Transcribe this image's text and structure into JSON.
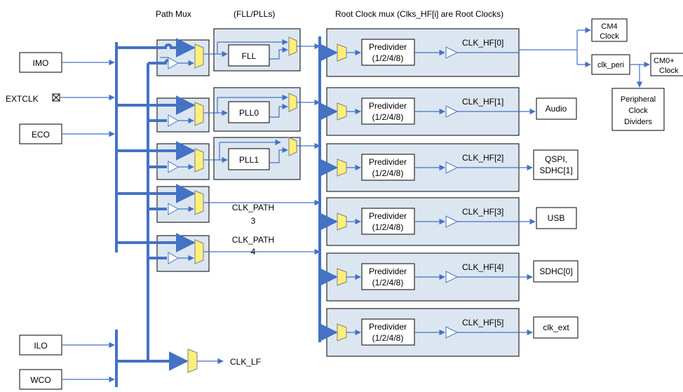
{
  "headers": {
    "path_mux": "Path Mux",
    "fll_plls": "(FLL/PLLs)",
    "root_mux": "Root Clock mux (Clks_HF[i] are Root  Clocks)"
  },
  "sources": {
    "imo": "IMO",
    "extclk": "EXTCLK",
    "eco": "ECO",
    "ilo": "ILO",
    "wco": "WCO"
  },
  "generators": {
    "fll": "FLL",
    "pll0": "PLL0",
    "pll1": "PLL1"
  },
  "paths": {
    "path3_a": "CLK_PATH",
    "path3_b": "3",
    "path4_a": "CLK_PATH",
    "path4_b": "4"
  },
  "predivider": {
    "line1": "Predivider",
    "line2": "(1/2/4/8)"
  },
  "root_clocks": [
    "CLK_HF[0]",
    "CLK_HF[1]",
    "CLK_HF[2]",
    "CLK_HF[3]",
    "CLK_HF[4]",
    "CLK_HF[5]"
  ],
  "outputs": {
    "cm4_a": "CM4",
    "cm4_b": "Clock",
    "clk_peri": "clk_peri",
    "cm0_a": "CM0+",
    "cm0_b": "Clock",
    "ppd_a": "Peripheral",
    "ppd_b": "Clock",
    "ppd_c": "Dividers",
    "audio": "Audio",
    "qspi_a": "QSPI,",
    "qspi_b": "SDHC[1]",
    "usb": "USB",
    "sdhc0": "SDHC[0]",
    "clk_ext": "clk_ext"
  },
  "clk_lf": "CLK_LF",
  "colors": {
    "wire": "#4472c4",
    "mux": "#ffef7a",
    "panel": "#dce6f1"
  }
}
